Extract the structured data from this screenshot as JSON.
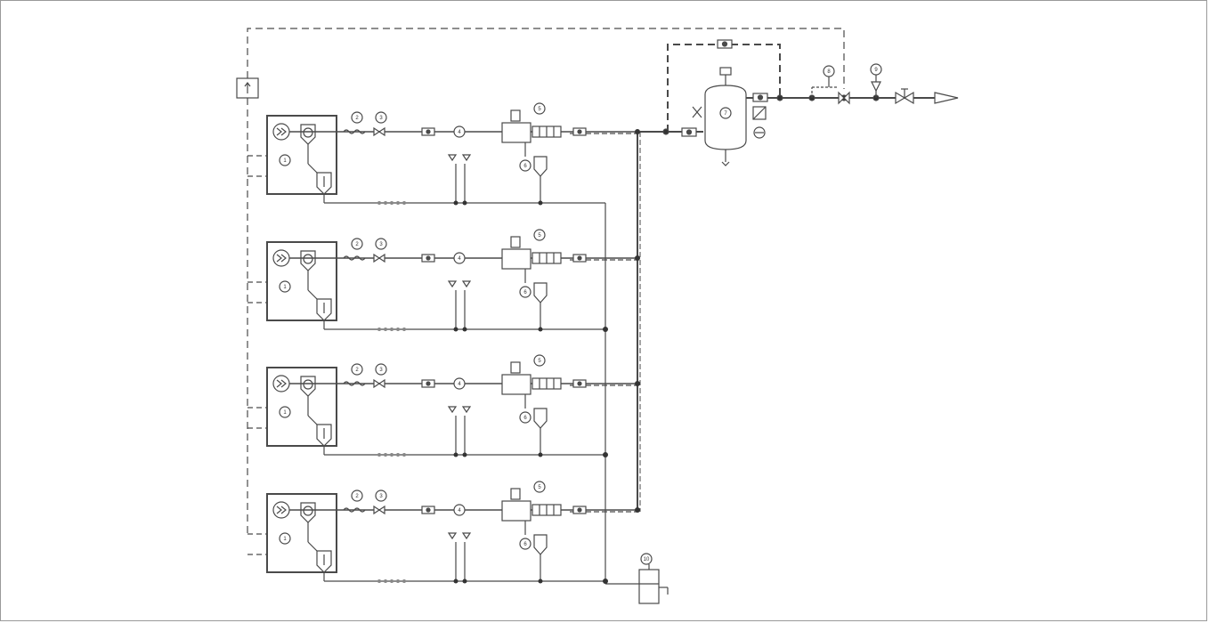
{
  "diagram": {
    "kind": "compressed-air system schematic",
    "line_color": "#4a4a4a",
    "labels": {
      "compressor": "1",
      "flex_hose": "2",
      "ball_valve": "3",
      "dryer": "4",
      "filter": "5",
      "condensate_drain": "6",
      "receiver": "7",
      "pressure_gauge": "8",
      "outlet_valve": "9",
      "separator": "10"
    },
    "unit_count": 4
  }
}
